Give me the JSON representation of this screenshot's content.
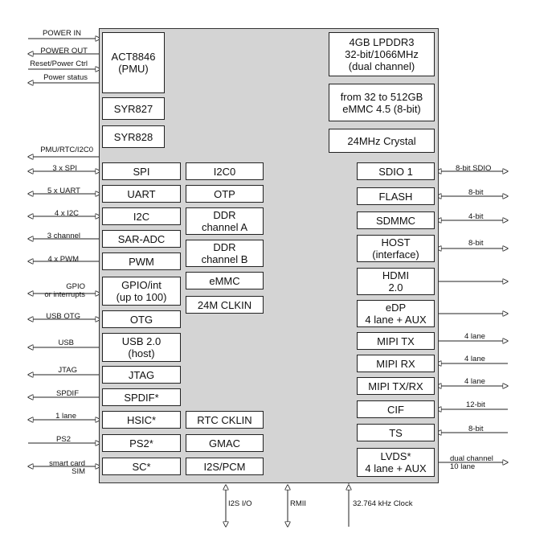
{
  "blocks": {
    "pmu": "ACT8846\n(PMU)",
    "syr827": "SYR827",
    "syr828": "SYR828",
    "spi": "SPI",
    "uart": "UART",
    "i2c": "I2C",
    "saradc": "SAR-ADC",
    "pwm": "PWM",
    "gpio": "GPIO/int\n(up to 100)",
    "otg": "OTG",
    "usb": "USB 2.0\n(host)",
    "jtag": "JTAG",
    "spdif": "SPDIF*",
    "hsic": "HSIC*",
    "ps2": "PS2*",
    "sc": "SC*",
    "i2c0": "I2C0",
    "otp": "OTP",
    "ddr_a": "DDR\nchannel A",
    "ddr_b": "DDR\nchannel B",
    "emmc": "eMMC",
    "clk24": "24M CLKIN",
    "rtc": "RTC CKLIN",
    "gmac": "GMAC",
    "i2s": "I2S/PCM",
    "lpddr": "4GB LPDDR3\n32-bit/1066MHz\n(dual channel)",
    "emmc_ext": "from 32 to 512GB\neMMC 4.5 (8-bit)",
    "crystal": "24MHz Crystal",
    "sdio": "SDIO 1",
    "flash": "FLASH",
    "sdmmc": "SDMMC",
    "host": "HOST\n(interface)",
    "hdmi": "HDMI\n2.0",
    "edp": "eDP\n4 lane + AUX",
    "mipitx": "MIPI TX",
    "mipirx": "MIPI RX",
    "mipitxrx": "MIPI TX/RX",
    "cif": "CIF",
    "ts": "TS",
    "lvds": "LVDS*\n4 lane + AUX"
  },
  "signals_left": {
    "power_in": "POWER IN",
    "power_out": "POWER OUT",
    "reset": "Reset/Power Ctrl",
    "power_status": "Power status",
    "pmu_rtc": "PMU/RTC/I2C0",
    "spi": "3 x SPI",
    "uart": "5 x UART",
    "i2c": "4 x I2C",
    "adc": "3 channel",
    "pwm": "4 x PWM",
    "gpio": "GPIO\nor interrupts",
    "otg": "USB OTG",
    "usb": "USB",
    "jtag": "JTAG",
    "spdif": "SPDIF",
    "hsic": "1 lane",
    "ps2": "PS2",
    "sc": "smart card\nSIM"
  },
  "signals_right": {
    "sdio": "8-bit SDIO",
    "flash": "8-bit",
    "sdmmc": "4-bit",
    "host": "8-bit",
    "mipitx": "4 lane",
    "mipirx": "4 lane",
    "mipitxrx": "4 lane",
    "cif": "12-bit",
    "ts": "8-bit",
    "lvds": "dual channel\n10 lane"
  },
  "signals_bottom": {
    "i2s": "I2S I/O",
    "rmii": "RMII",
    "clock": "32.764 kHz Clock"
  },
  "colors": {
    "chip_fill": "#d4d4d4",
    "line": "#222222"
  }
}
